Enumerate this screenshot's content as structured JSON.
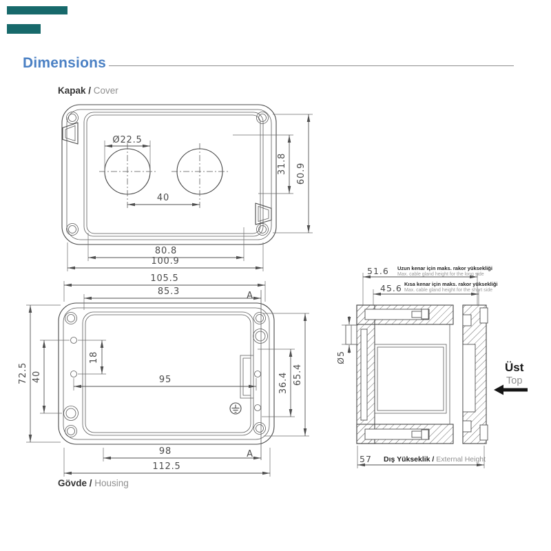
{
  "page": {
    "title": "Dimensions"
  },
  "cover": {
    "label_tr": "Kapak /",
    "label_en": "Cover",
    "dim_hole_diameter": "Ø22.5",
    "dim_hole_spacing": "40",
    "dim_hole_offset_v": "31.8",
    "dim_inner_height": "60.9",
    "dim_inner_width": "80.8",
    "dim_outer_width": "100.9"
  },
  "housing": {
    "label_tr": "Gövde /",
    "label_en": "Housing",
    "dim_top_outer": "105.5",
    "dim_top_inner": "85.3",
    "dim_left_outer": "72.5",
    "dim_left_holes": "40",
    "dim_left_hole_pitch": "18",
    "dim_hole_span": "95",
    "dim_right_inner": "36.4",
    "dim_right_outer": "65.4",
    "dim_bottom_inner": "98",
    "dim_bottom_outer": "112.5",
    "section_marker": "A"
  },
  "side_view": {
    "dim_gland_long": "51.6",
    "note_long_tr": "Uzun kenar için maks. rakor yüksekliği",
    "note_long_en": "Max. cable gland height for the long side",
    "dim_gland_short": "45.6",
    "note_short_tr": "Kısa kenar için maks. rakor yüksekliği",
    "note_short_en": "Max. cable gland height for the short side",
    "dim_hole": "Ø5",
    "dim_external_height": "57",
    "label_height_tr": "Dış Yükseklik /",
    "label_height_en": "External Height",
    "label_top_tr": "Üst",
    "label_top_en": "Top"
  },
  "colors": {
    "heading_blue": "#4a80c4",
    "teal_bar": "#17696b",
    "line": "#4f4f4f",
    "muted_text": "#8f8f8f"
  }
}
